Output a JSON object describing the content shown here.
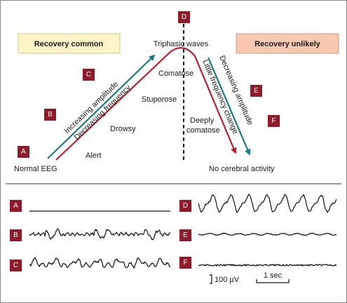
{
  "colors": {
    "badge": "#8e1b2a",
    "teal": "#1b7a7f",
    "red": "#b8202e",
    "box_common": "#fdf5c8",
    "box_unlikely": "#f6c9b0",
    "trace": "#111111"
  },
  "boxes": {
    "common": "Recovery common",
    "unlikely": "Recovery unlikely"
  },
  "labels": {
    "top": "Triphasic waves",
    "start": "Normal EEG",
    "end": "No cerebral activity",
    "increasing_amplitude": "Increasing amplitude",
    "decreasing_frequency": "Decreasing frequency",
    "decreasing_amplitude": "Decreasing amplitude",
    "little_frequency_change": "Little frequency change"
  },
  "states": [
    "Alert",
    "Drowsy",
    "Stuporose",
    "Comatose",
    "Deeply",
    "comatose"
  ],
  "badges": {
    "diagram": [
      "A",
      "B",
      "C",
      "D",
      "E",
      "F"
    ],
    "traces": [
      "A",
      "B",
      "C",
      "D",
      "E",
      "F"
    ]
  },
  "scale": {
    "amplitude": "100 µV",
    "time": "1 sec"
  }
}
